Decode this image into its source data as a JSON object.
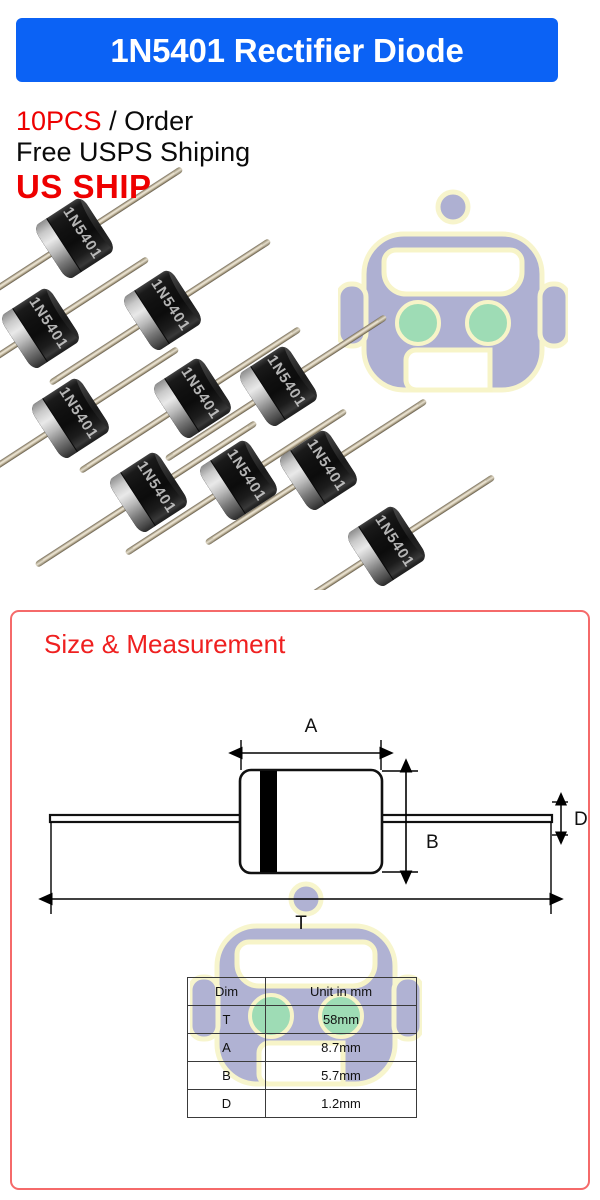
{
  "header": {
    "title": "1N5401 Rectifier Diode",
    "banner_color": "#0b62f5",
    "title_color": "#ffffff"
  },
  "promo": {
    "quantity": "10PCS",
    "quantity_color": "#ee0000",
    "per_order": " / Order",
    "shipping": "Free USPS Shiping",
    "ship_badge": "US SHIP",
    "ship_badge_color": "#ee0000"
  },
  "product_photo": {
    "alt": "ten 1N5401 axial rectifier diodes arranged diagonally",
    "item_count": 10,
    "body_marking": "1N5401",
    "body_color": "#111111",
    "band_color": "#c9c9c9",
    "lead_color": "#d9d0bb"
  },
  "watermark": {
    "name": "robot-head-logo",
    "body_color": "#a8aacf",
    "eye_color": "#9edcb5",
    "outline_color": "#f7f4c8"
  },
  "size_panel": {
    "title": "Size & Measurement",
    "title_color": "#ef2020",
    "border_color": "#f56a6a",
    "drawing": {
      "labels": {
        "a": "A",
        "b": "B",
        "t": "T",
        "d": "D"
      }
    },
    "table": {
      "headers": [
        "Dim",
        "Unit in mm"
      ],
      "rows": [
        {
          "dim": "T",
          "value": "58mm"
        },
        {
          "dim": "A",
          "value": "8.7mm"
        },
        {
          "dim": "B",
          "value": "5.7mm"
        },
        {
          "dim": "D",
          "value": "1.2mm"
        }
      ]
    }
  }
}
